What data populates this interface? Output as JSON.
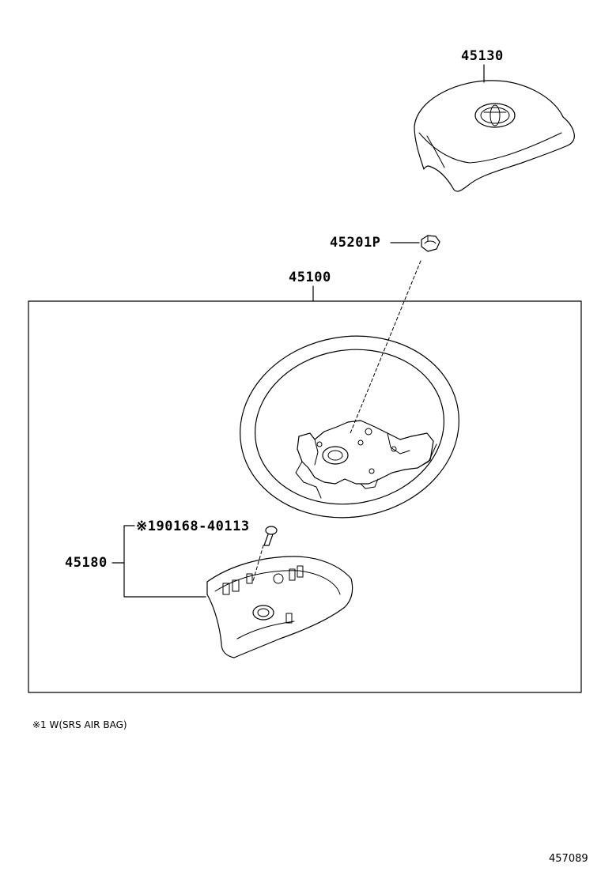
{
  "parts": {
    "horn_pad": "45130",
    "nut": "45201P",
    "steering_wheel_assy": "45100",
    "screw": "※190168-40113",
    "cover": "45180"
  },
  "footnote": "※1 W(SRS AIR BAG)",
  "diagram_ref": "457089"
}
